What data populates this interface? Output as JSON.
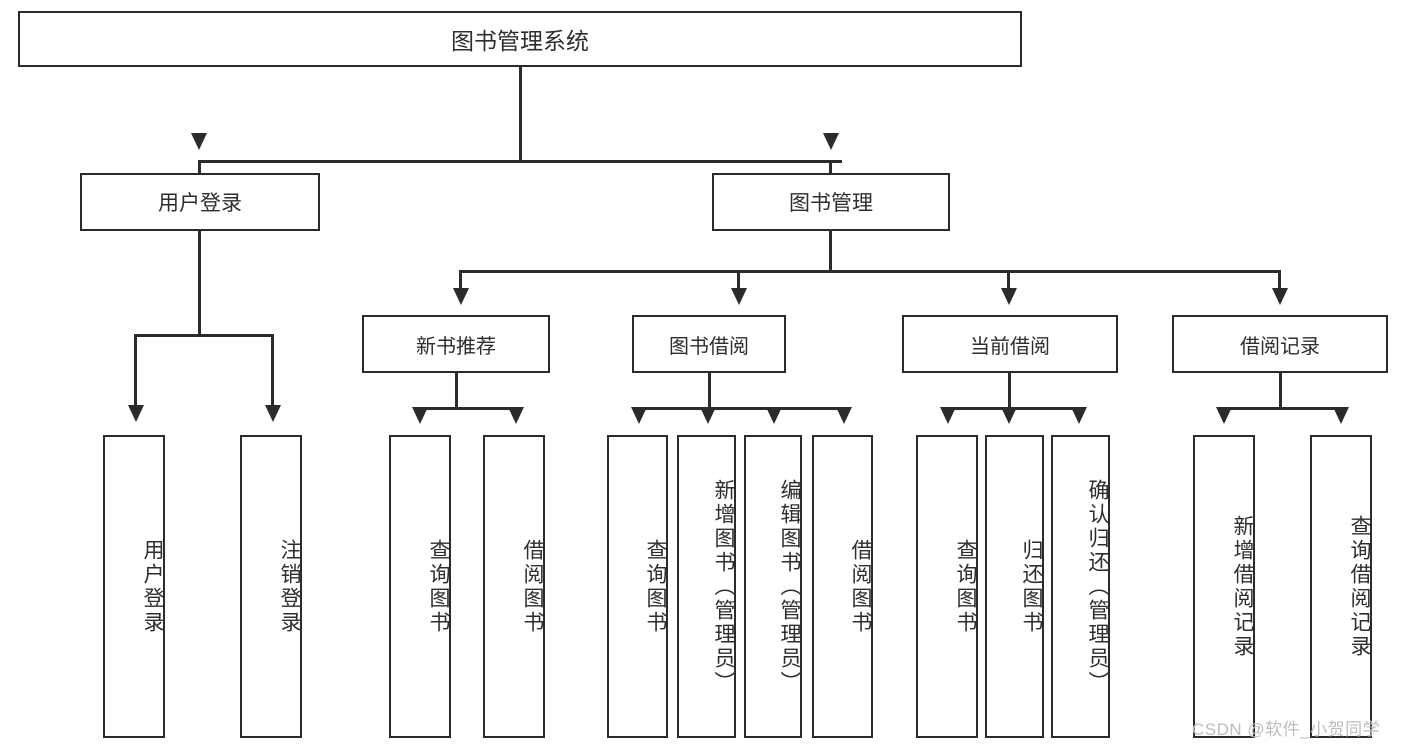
{
  "diagram": {
    "title": "图书管理系统",
    "type": "functional-decomposition-tree",
    "watermark": "CSDN @软件_小贺同学",
    "nodes": {
      "root": {
        "label": "图书管理系统"
      },
      "level2": [
        {
          "id": "user-login",
          "label": "用户登录"
        },
        {
          "id": "book-management",
          "label": "图书管理"
        }
      ],
      "level3": [
        {
          "id": "new-book-recommend",
          "label": "新书推荐"
        },
        {
          "id": "book-borrow",
          "label": "图书借阅"
        },
        {
          "id": "current-borrow",
          "label": "当前借阅"
        },
        {
          "id": "borrow-record",
          "label": "借阅记录"
        }
      ],
      "leaves": [
        {
          "id": "leaf-user-login",
          "label": "用户登录",
          "parent": "user-login"
        },
        {
          "id": "leaf-logout-login",
          "label": "注销登录",
          "parent": "user-login"
        },
        {
          "id": "leaf-query-book-1",
          "label": "查询图书",
          "parent": "new-book-recommend"
        },
        {
          "id": "leaf-borrow-book-1",
          "label": "借阅图书",
          "parent": "new-book-recommend"
        },
        {
          "id": "leaf-query-book-2",
          "label": "查询图书",
          "parent": "book-borrow"
        },
        {
          "id": "leaf-add-book",
          "label": "新增图书（管理员）",
          "parent": "book-borrow"
        },
        {
          "id": "leaf-edit-book",
          "label": "编辑图书（管理员）",
          "parent": "book-borrow"
        },
        {
          "id": "leaf-borrow-book-2",
          "label": "借阅图书",
          "parent": "book-borrow"
        },
        {
          "id": "leaf-query-book-3",
          "label": "查询图书",
          "parent": "current-borrow"
        },
        {
          "id": "leaf-return-book",
          "label": "归还图书",
          "parent": "current-borrow"
        },
        {
          "id": "leaf-confirm-return",
          "label": "确认归还（管理员）",
          "parent": "current-borrow"
        },
        {
          "id": "leaf-add-record",
          "label": "新增借阅记录",
          "parent": "borrow-record"
        },
        {
          "id": "leaf-query-record",
          "label": "查询借阅记录",
          "parent": "borrow-record"
        }
      ]
    },
    "colors": {
      "stroke": "#2b2b2b",
      "text": "#2e2e2e",
      "background": "#ffffff",
      "watermark": "#bdbdbd"
    }
  }
}
